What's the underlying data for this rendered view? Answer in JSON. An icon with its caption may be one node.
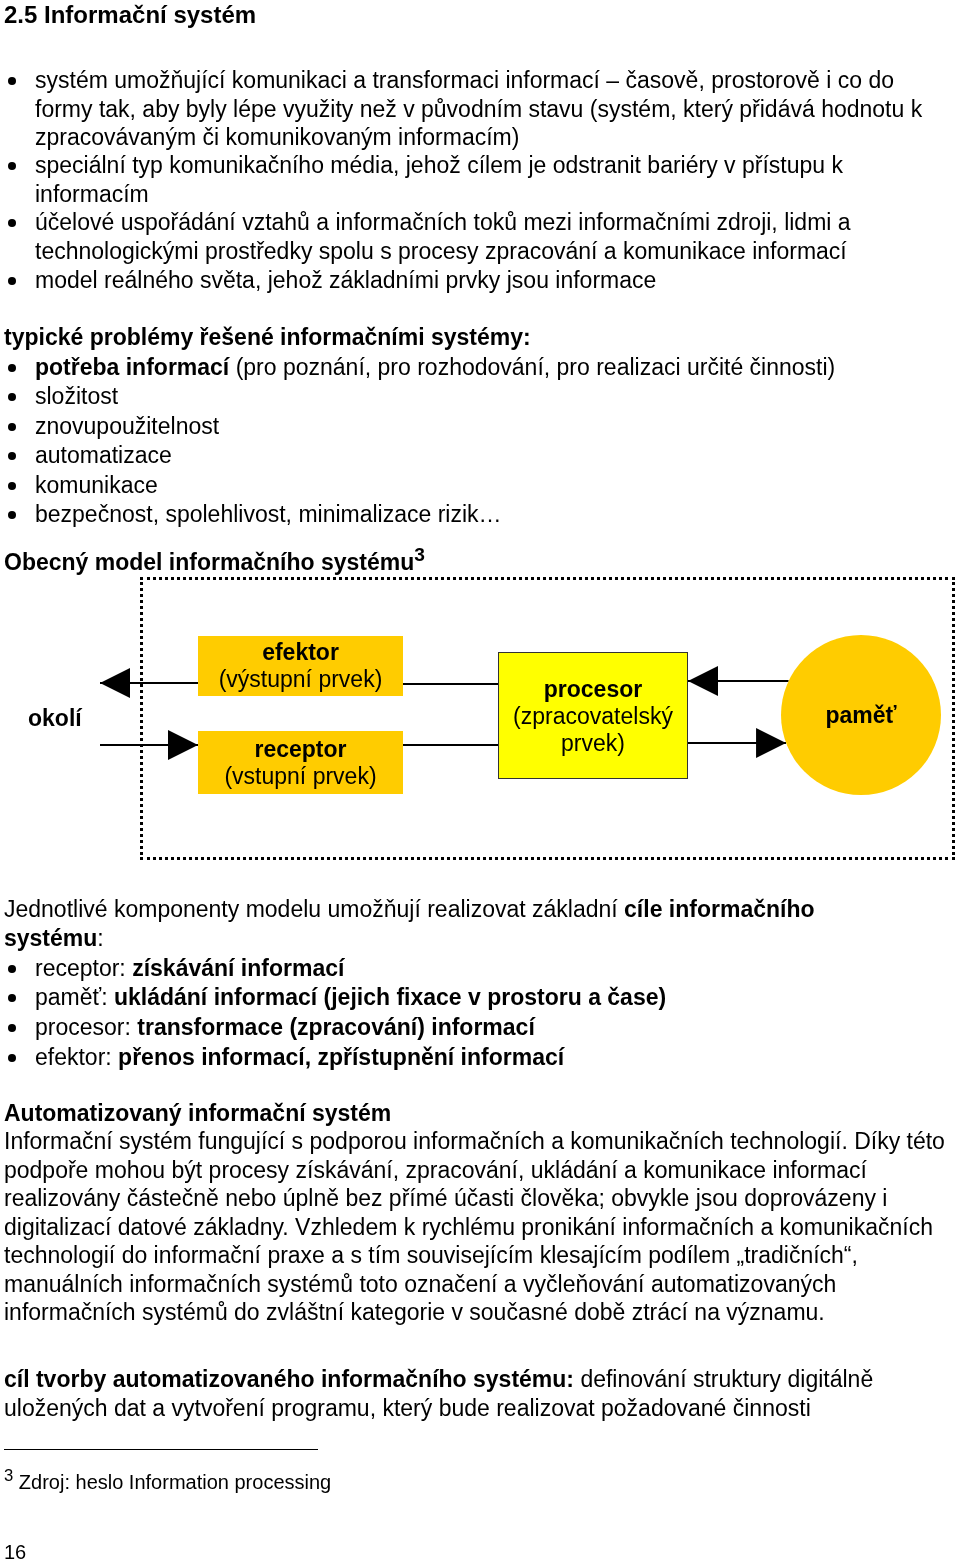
{
  "diagram": {
    "title": "2.5 Informační systém",
    "nodes": [
      {
        "text": [
          "okolí"
        ]
      },
      {
        "text": [],
        "shape": "box"
      },
      {
        "text": [
          "efektor",
          "(výstupní prvek)"
        ],
        "in": 1
      },
      {
        "text": [
          "receptor",
          "(vstupní prvek)"
        ],
        "in": 1
      },
      {
        "text": [
          "procesor",
          "(zpracovatelský prvek)"
        ],
        "in": 1
      },
      {
        "text": [
          "paměť"
        ],
        "in": 1
      }
    ],
    "edges": [
      {
        "from": 2,
        "to": 0,
        "arrow": "to"
      },
      {
        "from": 0,
        "to": 3,
        "arrow": "to"
      },
      {
        "from": 2,
        "to": 4,
        "arrow": "none"
      },
      {
        "from": 3,
        "to": 4,
        "arrow": "none"
      },
      {
        "from": 5,
        "to": 4,
        "arrow": "to"
      },
      {
        "from": 4,
        "to": 5,
        "arrow": "to"
      }
    ],
    "labels": [
      "systém umožňující komunikaci a transformaci informací – časově, prostorově i co do formy tak, aby byly lépe využity než v původním stavu (systém, který přidává hodnotu k zpracovávaným či komunikovaným informacím)",
      "speciální typ komunikačního média, jehož cílem je odstranit bariéry v přístupu k informacím",
      "účelové uspořádání vztahů a informačních toků mezi informačními zdroji, lidmi a technologickými prostředky spolu s procesy zpracování a komunikace informací",
      "model reálného světa, jehož základními prvky jsou informace",
      "typické problémy řešené informačními systémy:",
      "**potřeba informací** (pro poznání, pro rozhodování, pro realizaci určité činnosti)",
      "složitost",
      "znovupoužitelnost",
      "automatizace",
      "komunikace",
      "bezpečnost, spolehlivost, minimalizace rizik…",
      "Obecný model informačního systému$^{3}$",
      "Jednotlivé komponenty modelu umožňují realizovat základní **cíle informačního systému**:",
      "receptor: **získávání informací**",
      "paměť: **ukládání informací (jejich fixace v prostoru a čase)**",
      "procesor: **transformace (zpracování) informací**",
      "efektor: **přenos informací, zpřístupnění informací**",
      "Automatizovaný informační systém",
      "Informační systém fungující s podporou informačních a komunikačních technologií. Díky této podpoře mohou být procesy získávání, zpracování, ukládání a komunikace informací realizovány částečně nebo úplně bez přímé účasti člověka; obvykle jsou doprovázeny i digitalizací datové základny. Vzhledem k rychlému pronikání informačních a komunikačních technologií do informační praxe a s tím souvisejícím klesajícím podílem „tradičních“, manuálních informačních systémů toto označení a vyčleňování automatizovaných informačních systémů do zvláštní kategorie v současné době ztrácí na významu.",
      "**cíl tvorby automatizovaného informačního systému:** definování struktury digitálně uložených dat a vytvoření programu, který bude realizovat požadované činnosti",
      "$^{3}$ Zdroj: heslo Information processing",
      "16"
    ]
  }
}
